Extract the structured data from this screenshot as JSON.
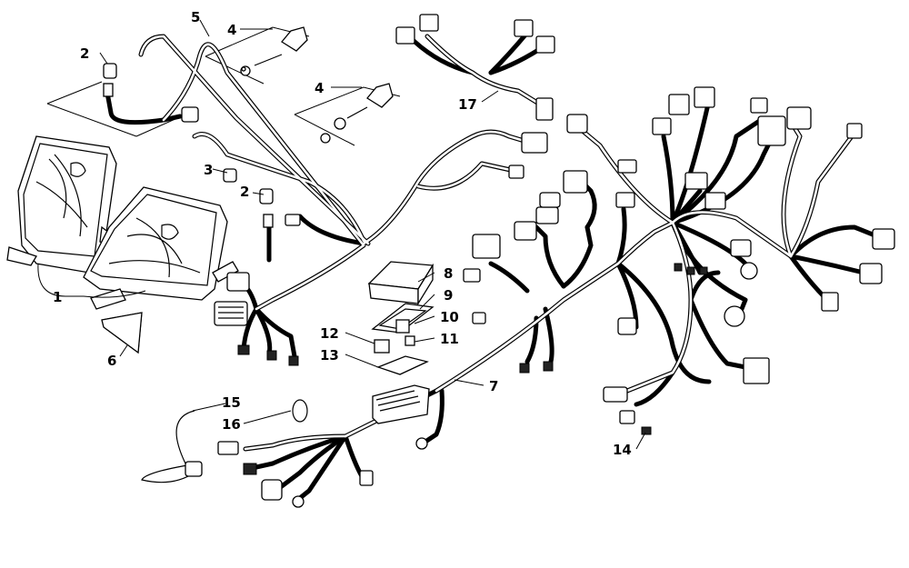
{
  "diagram": {
    "callouts": [
      {
        "id": "c1",
        "label": "1"
      },
      {
        "id": "c2a",
        "label": "2"
      },
      {
        "id": "c2b",
        "label": "2"
      },
      {
        "id": "c3",
        "label": "3"
      },
      {
        "id": "c4a",
        "label": "4"
      },
      {
        "id": "c4b",
        "label": "4"
      },
      {
        "id": "c5",
        "label": "5"
      },
      {
        "id": "c6",
        "label": "6"
      },
      {
        "id": "c7",
        "label": "7"
      },
      {
        "id": "c8",
        "label": "8"
      },
      {
        "id": "c9",
        "label": "9"
      },
      {
        "id": "c10",
        "label": "10"
      },
      {
        "id": "c11",
        "label": "11"
      },
      {
        "id": "c12",
        "label": "12"
      },
      {
        "id": "c13",
        "label": "13"
      },
      {
        "id": "c14",
        "label": "14"
      },
      {
        "id": "c15",
        "label": "15"
      },
      {
        "id": "c16",
        "label": "16"
      },
      {
        "id": "c17",
        "label": "17"
      }
    ]
  }
}
